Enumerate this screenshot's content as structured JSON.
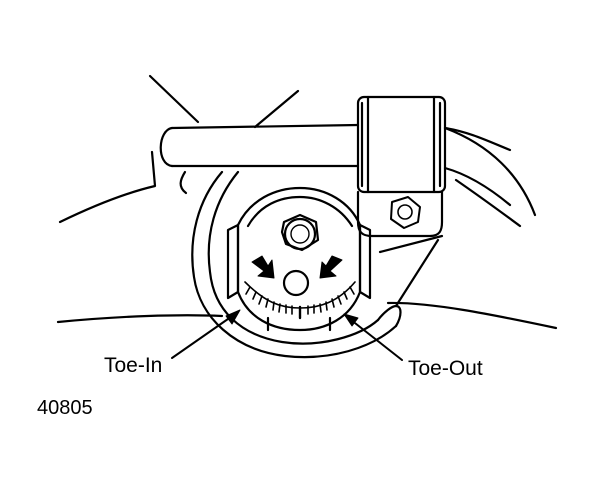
{
  "labels": {
    "toe_in": "Toe-In",
    "toe_out": "Toe-Out"
  },
  "figure_number": "40805",
  "colors": {
    "line": "#000000",
    "background": "#ffffff"
  }
}
